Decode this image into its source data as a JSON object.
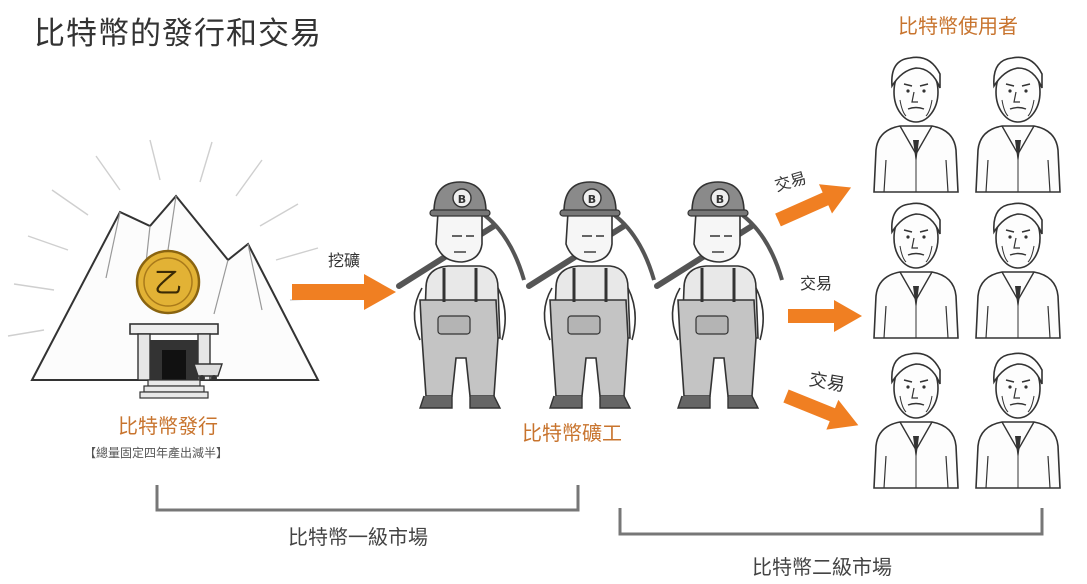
{
  "title": "比特幣的發行和交易",
  "issuance": {
    "label": "比特幣發行",
    "note": "【總量固定四年產出減半】",
    "coin_glyph": "乙"
  },
  "mining_label": "挖礦",
  "miners_label": "比特幣礦工",
  "miner_helmet_glyph": "B",
  "trade_labels": [
    "交易",
    "交易",
    "交易"
  ],
  "users_label": "比特幣使用者",
  "primary_market": "比特幣一級市場",
  "secondary_market": "比特幣二級市場",
  "colors": {
    "arrow": "#f07f22",
    "accent_text": "#c8742e",
    "coin": "#e2b235",
    "miner_fill": "#c4c4c4",
    "bracket": "#777777"
  }
}
